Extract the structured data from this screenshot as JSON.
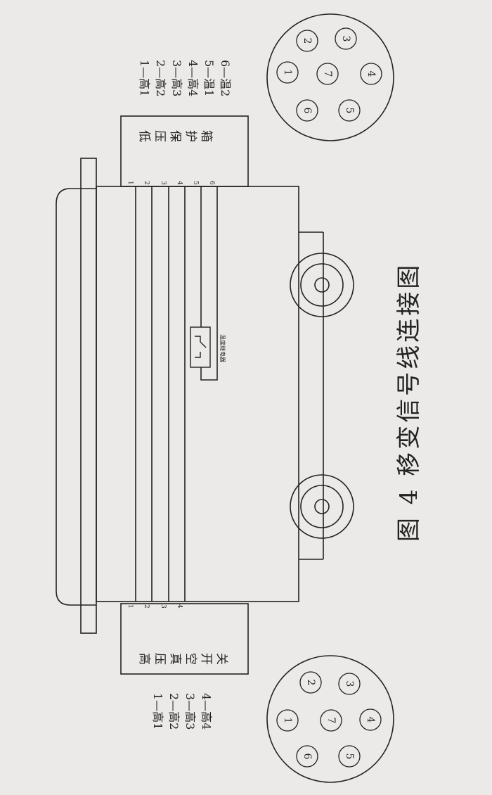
{
  "caption": "图 4 移变信号线连接图",
  "low_voltage_box": {
    "title_chars": [
      "低",
      "压",
      "保",
      "护",
      "箱"
    ],
    "wire_numbers": [
      "1",
      "2",
      "3",
      "4",
      "5",
      "6"
    ],
    "legend": [
      "1—高1",
      "2—高2",
      "3—高3",
      "4—高4",
      "5—温1",
      "6—温2"
    ],
    "connector_pins": [
      "1",
      "2",
      "3",
      "4",
      "5",
      "6",
      "7"
    ]
  },
  "high_voltage_switch": {
    "title_chars": [
      "高",
      "压",
      "真",
      "空",
      "开",
      "关"
    ],
    "wire_numbers": [
      "1",
      "2",
      "3",
      "4"
    ],
    "legend": [
      "1—高1",
      "2—高2",
      "3—高3",
      "4—高4"
    ],
    "connector_pins": [
      "1",
      "2",
      "3",
      "4",
      "5",
      "6",
      "7"
    ]
  },
  "relay_label": "温度继电器",
  "colors": {
    "ink": "#222222",
    "paper": "#ebeae8"
  }
}
